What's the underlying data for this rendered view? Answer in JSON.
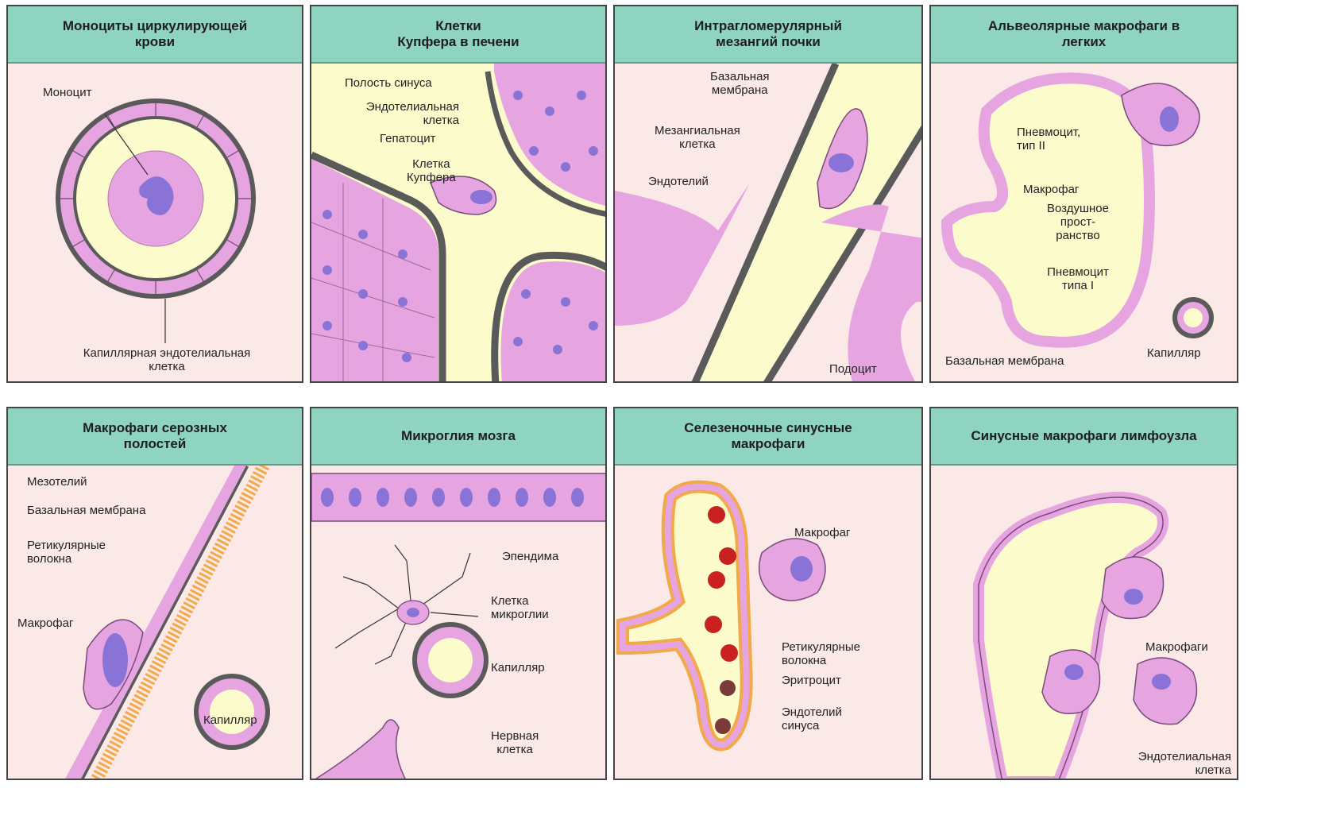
{
  "colors": {
    "header": "#8fd3c1",
    "background": "#fbe9e7",
    "cell": "#e6a5e0",
    "nucleus": "#8a73d6",
    "membrane": "#595959",
    "lumen": "#fbfbcc",
    "fibers": "#f1a94a",
    "erythrocyte": "#c92020"
  },
  "panels": [
    {
      "title": "Моноциты циркулирующей\nкрови",
      "labels": {
        "monocyte": "Моноцит",
        "endothelial": "Капиллярная эндотелиальная\nклетка"
      }
    },
    {
      "title": "Клетки\nКупфера в печени",
      "labels": {
        "sinus_cavity": "Полость синуса",
        "endothelial": "Эндотелиальная\nклетка",
        "hepatocyte": "Гепатоцит",
        "kupffer": "Клетка\nКупфера"
      }
    },
    {
      "title": "Интрагломерулярный\nмезангий почки",
      "labels": {
        "basal_membrane": "Базальная\nмембрана",
        "mesangial": "Мезангиальная\nклетка",
        "endothelium": "Эндотелий",
        "podocyte": "Подоцит"
      }
    },
    {
      "title": "Альвеолярные макрофаги в\nлегких",
      "labels": {
        "pneumocyte2": "Пневмоцит,\nтип II",
        "macrophage": "Макрофаг",
        "air_space": "Воздушное\nпрост-\nранство",
        "pneumocyte1": "Пневмоцит\nтипа I",
        "basal_membrane": "Базальная мембрана",
        "capillary": "Капилляр"
      }
    },
    {
      "title": "Макрофаги серозных\nполостей",
      "labels": {
        "mesothelium": "Мезотелий",
        "basal_membrane": "Базальная мембрана",
        "reticular": "Ретикулярные\nволокна",
        "macrophage": "Макрофаг",
        "capillary": "Капилляр"
      }
    },
    {
      "title": "Микроглия мозга",
      "labels": {
        "ependyma": "Эпендима",
        "microglia": "Клетка\nмикроглии",
        "capillary": "Капилляр",
        "nerve": "Нервная\nклетка"
      }
    },
    {
      "title": "Селезеночные синусные\nмакрофаги",
      "labels": {
        "macrophage": "Макрофаг",
        "reticular": "Ретикулярные\nволокна",
        "erythrocyte": "Эритроцит",
        "sinus_endothelium": "Эндотелий\nсинуса"
      }
    },
    {
      "title": "Синусные макрофаги лимфоузла",
      "labels": {
        "macrophages": "Макрофаги",
        "endothelial": "Эндотелиальная\nклетка"
      }
    }
  ]
}
